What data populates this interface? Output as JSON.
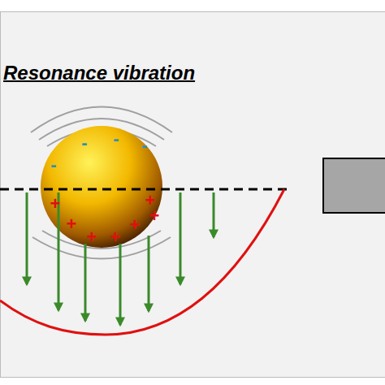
{
  "diagram": {
    "title": "Resonance vibration",
    "labels": [
      "-",
      "-",
      "-",
      "-",
      "+",
      "+",
      "+",
      "+",
      "+",
      "+",
      "+"
    ]
  }
}
